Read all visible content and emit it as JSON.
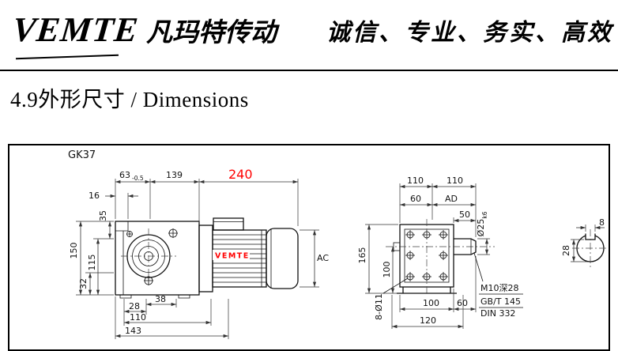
{
  "header": {
    "logo": "VEMTE",
    "brand_cn": "凡玛特传动",
    "slogan": "诚信、专业、务实、高效"
  },
  "section_title": "4.9外形尺寸 / Dimensions",
  "drawing": {
    "model": "GK37",
    "highlight_color": "#ff0000",
    "side_view": {
      "motor_brand": "VEMTE",
      "width_63": "63",
      "width_63_tol": "-0.5",
      "length_139": "139",
      "total_length_240": "240",
      "step_16": "16",
      "dim_35": "35",
      "height_115": "115",
      "height_150": "150",
      "dim_32": "32",
      "dim_28": "28",
      "dim_38": "38",
      "span_110": "110",
      "base_143": "143",
      "motor_diameter": "AC"
    },
    "front_view": {
      "width_110_left": "110",
      "width_110_right": "110",
      "dim_60_top": "60",
      "dim_AD": "AD",
      "shaft_length_50": "50",
      "shaft_dia": "Ø25",
      "shaft_fit": "k6",
      "height_165": "165",
      "height_100": "100",
      "bolt_holes": "8-Ø11",
      "dim_100_bottom": "100",
      "dim_60_bottom": "60",
      "dim_120": "120",
      "note_thread": "M10深28",
      "note_standard_1": "GB/T 145",
      "note_standard_2": "DIN 332"
    },
    "key_detail": {
      "key_width_8": "8",
      "dim_28": "28"
    }
  }
}
